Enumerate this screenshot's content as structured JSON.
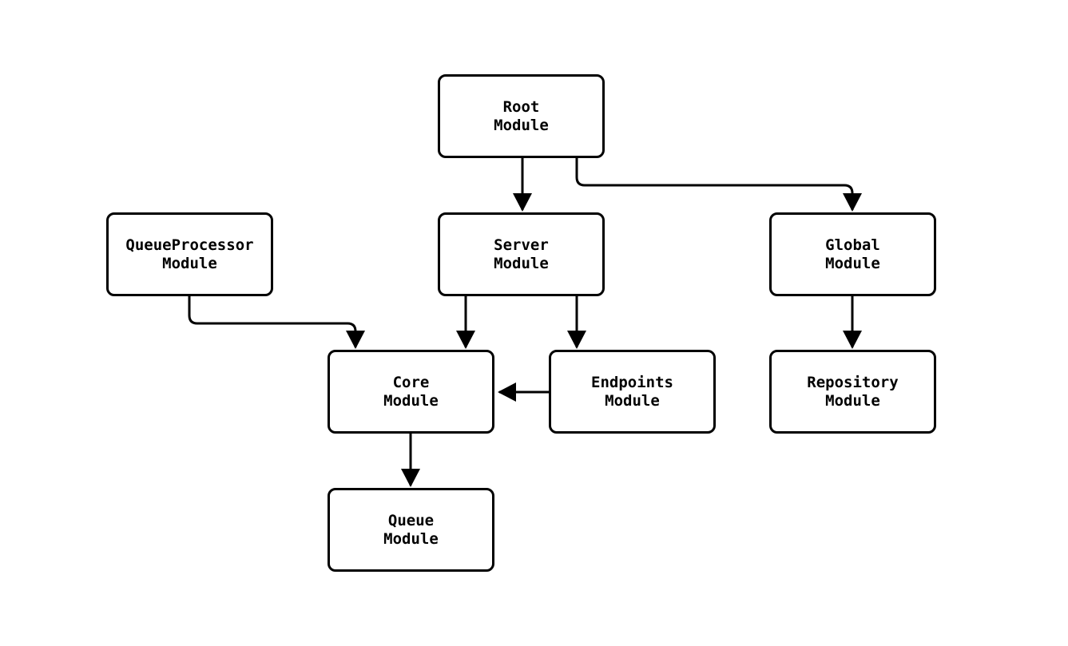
{
  "diagram": {
    "type": "module-dependency-graph",
    "colors": {
      "background": "#ffffff",
      "node_fill": "#ffffff",
      "node_border": "#000000",
      "edge": "#000000",
      "text": "#000000"
    },
    "nodes": [
      {
        "id": "root",
        "line1": "Root",
        "line2": "Module"
      },
      {
        "id": "queueprocessor",
        "line1": "QueueProcessor",
        "line2": "Module"
      },
      {
        "id": "server",
        "line1": "Server",
        "line2": "Module"
      },
      {
        "id": "global",
        "line1": "Global",
        "line2": "Module"
      },
      {
        "id": "core",
        "line1": "Core",
        "line2": "Module"
      },
      {
        "id": "endpoints",
        "line1": "Endpoints",
        "line2": "Module"
      },
      {
        "id": "repository",
        "line1": "Repository",
        "line2": "Module"
      },
      {
        "id": "queue",
        "line1": "Queue",
        "line2": "Module"
      }
    ],
    "edges": [
      {
        "from": "Root Module",
        "to": "Server Module"
      },
      {
        "from": "Root Module",
        "to": "Global Module"
      },
      {
        "from": "QueueProcessor Module",
        "to": "Core Module"
      },
      {
        "from": "Server Module",
        "to": "Core Module"
      },
      {
        "from": "Server Module",
        "to": "Endpoints Module"
      },
      {
        "from": "Endpoints Module",
        "to": "Core Module"
      },
      {
        "from": "Global Module",
        "to": "Repository Module"
      },
      {
        "from": "Core Module",
        "to": "Queue Module"
      }
    ]
  }
}
